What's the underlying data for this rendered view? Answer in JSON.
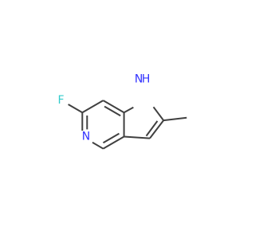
{
  "molecule": {
    "atoms": [
      {
        "symbol": "F",
        "color": "#33CCCC"
      },
      {
        "symbol": "N",
        "color": "#3333FF"
      },
      {
        "symbol": "H",
        "color": "#3333FF"
      },
      {
        "symbol": "N",
        "color": "#3333FF"
      }
    ]
  }
}
